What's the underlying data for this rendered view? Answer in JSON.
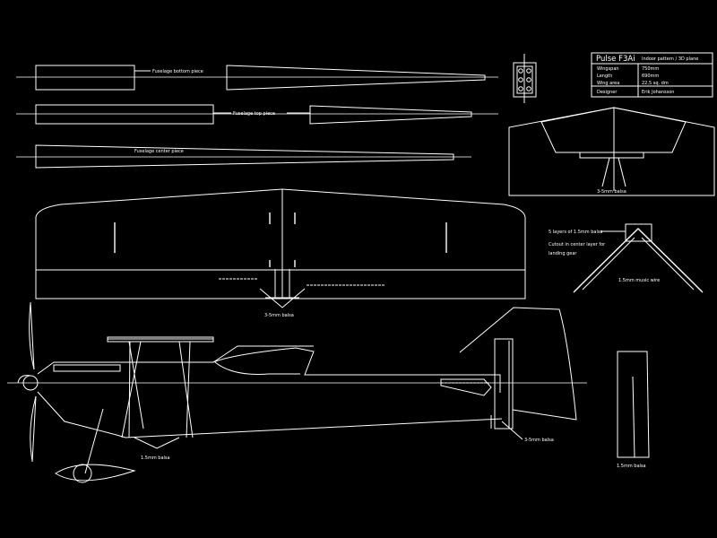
{
  "colors": {
    "background": "#000000",
    "lines": "#ffffff"
  },
  "title_block": {
    "name": "Pulse F3Ai",
    "subtitle": "Indoor pattern / 3D plane",
    "rows": [
      {
        "label": "Wingspan",
        "value": "750mm"
      },
      {
        "label": "Length",
        "value": "690mm"
      },
      {
        "label": "Wing area",
        "value": "22,5 sq. dm"
      },
      {
        "label": "Designer",
        "value": "Erik Johansson"
      }
    ]
  },
  "labels": {
    "fuselage_bottom": "Fuselage bottom piece",
    "fuselage_top": "Fuselage top piece",
    "fuselage_center": "Fuselage center piece",
    "front_view_balsa": "3-5mm balsa",
    "gear_layers": "5 layers of 1.5mm balsa",
    "gear_cutout_line1": "Cutout in center layer for",
    "gear_cutout_line2": "landing gear",
    "music_wire": "1.5mm music wire",
    "wing_balsa": "3-5mm balsa",
    "side_balsa": "1.5mm balsa",
    "tail_balsa": "3-5mm balsa",
    "rudder_balsa": "1.5mm balsa"
  }
}
